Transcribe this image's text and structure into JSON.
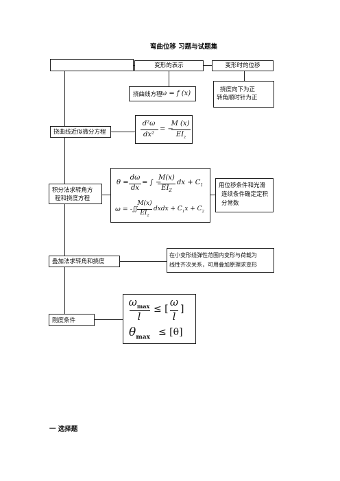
{
  "page": {
    "title": "弯曲位移  习题与试题集",
    "section_heading": "一  选择题"
  },
  "flow": {
    "top_left_box": "",
    "deformation_label": "变形的表示",
    "displacement_label": "变形时的位移",
    "deflection_eq_label": "挠曲线方程",
    "deflection_eq_formula": "ω = f (x)",
    "sign_convention_line1": "挠度向下为正",
    "sign_convention_line2": "转角顺时针为正",
    "approx_diff_eq_label": "挠曲线近似微分方程",
    "integration_label_line1": "积分法求转角方",
    "integration_label_line2": "程和挠度方程",
    "boundary_line1": "用位移条件和光滑",
    "boundary_line2": "连续条件确定定积",
    "boundary_line3": "分常数",
    "superposition_label": "叠加法求转角和挠度",
    "superposition_note_line1": "在小变形线弹性范围内变形与荷载为",
    "superposition_note_line2": "线性齐次关系，可用叠加原理求变形",
    "stiffness_label": "刚度条件"
  },
  "formulas": {
    "f1_num": "d²ω",
    "f1_den": "dx²",
    "f1_eq": "= −",
    "f1_rnum": "M (x)",
    "f1_rden": "EI",
    "f1_sub": "z",
    "f2_lhs": "θ =",
    "f2_num": "dω",
    "f2_den": "dx",
    "f2_mid": "= ∫ −",
    "f2_rnum": "M(x)",
    "f2_rden": "EI",
    "f2_sub": "Z",
    "f2_tail": "dx + C",
    "f2_tail_sub": "1",
    "f3_lhs": "ω = -∬",
    "f3_rnum": "M(x)",
    "f3_rden": "EI",
    "f3_sub": "z",
    "f3_tail": "dxdx + C",
    "f3_c1sub": "1",
    "f3_tail2": "x + C",
    "f3_c2sub": "2",
    "f4_num": "ω",
    "f4_num_sub": "max",
    "f4_den": "l",
    "f4_rel": "≤ [",
    "f4_rnum": "ω",
    "f4_rden": "l",
    "f4_close": "]",
    "f5_lhs": "θ",
    "f5_sub": "max",
    "f5_rel": "≤ [θ]"
  }
}
